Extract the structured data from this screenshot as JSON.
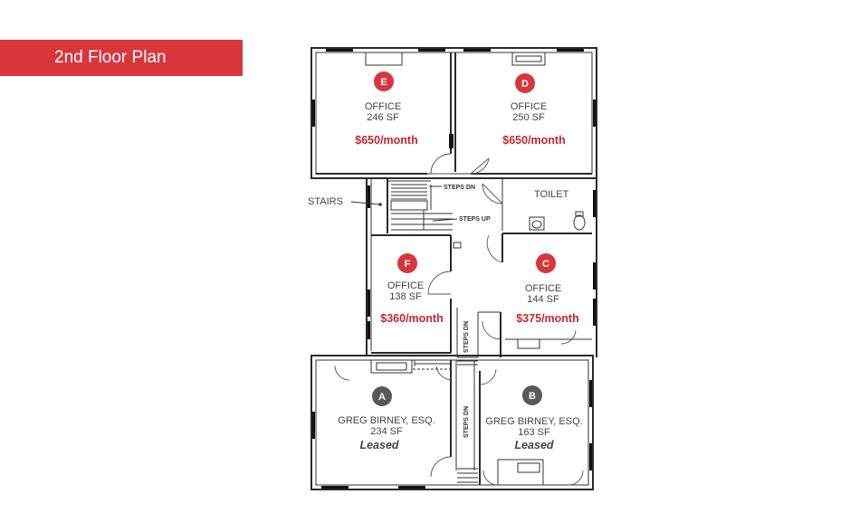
{
  "header": {
    "title": "2nd Floor Plan"
  },
  "colors": {
    "accent": "#d9363c",
    "available_badge": "#d9363c",
    "leased_badge": "#595959"
  },
  "rooms": {
    "E": {
      "badge": "E",
      "type": "OFFICE",
      "area": "246 SF",
      "price": "$650/month"
    },
    "D": {
      "badge": "D",
      "type": "OFFICE",
      "area": "250 SF",
      "price": "$650/month"
    },
    "F": {
      "badge": "F",
      "type": "OFFICE",
      "area": "138 SF",
      "price": "$360/month"
    },
    "C": {
      "badge": "C",
      "type": "OFFICE",
      "area": "144 SF",
      "price": "$375/month"
    },
    "A": {
      "badge": "A",
      "type": "GREG BIRNEY, ESQ.",
      "area": "234 SF",
      "status": "Leased"
    },
    "B": {
      "badge": "B",
      "type": "GREG BIRNEY, ESQ.",
      "area": "163 SF",
      "status": "Leased"
    }
  },
  "labels": {
    "stairs": "STAIRS",
    "toilet": "TOILET",
    "steps_dn_top": "STEPS DN",
    "steps_up": "STEPS UP",
    "steps_dn_mid": "STEPS DN",
    "steps_dn_low": "STEPS DN"
  }
}
